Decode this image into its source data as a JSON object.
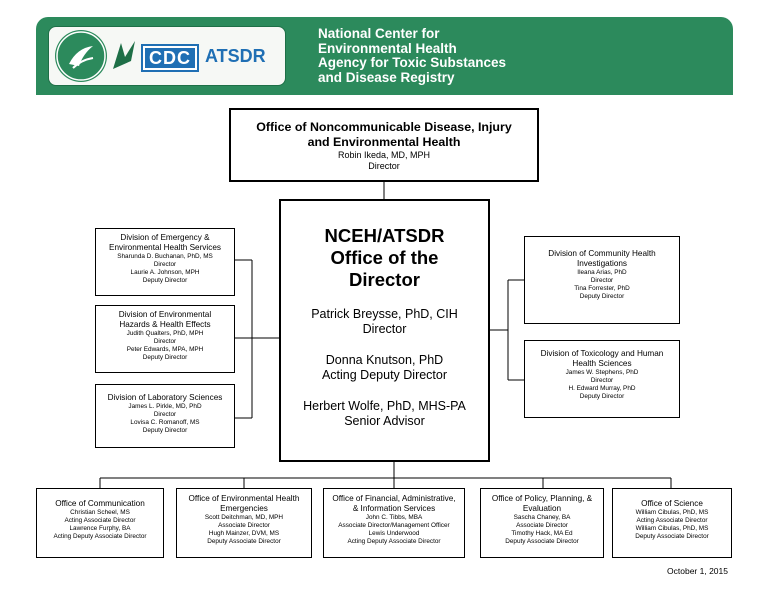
{
  "header": {
    "logos": [
      "CDC",
      "ATSDR"
    ],
    "title_lines": [
      "National Center for",
      "Environmental Health",
      "Agency for Toxic Substances",
      "and Disease Registry"
    ],
    "banner_color": "#2c8a5c"
  },
  "top_office": {
    "name_lines": [
      "Office of Noncommunicable Disease, Injury",
      "and Environmental Health"
    ],
    "person": "Robin Ikeda, MD, MPH",
    "role": "Director"
  },
  "center_office": {
    "title_lines": [
      "NCEH/ATSDR",
      "Office of the",
      "Director"
    ],
    "people": [
      {
        "name": "Patrick Breysse, PhD, CIH",
        "role": "Director"
      },
      {
        "name": "Donna Knutson, PhD",
        "role": "Acting Deputy Director"
      },
      {
        "name": "Herbert Wolfe, PhD, MHS-PA",
        "role": "Senior Advisor"
      }
    ]
  },
  "left_divisions": [
    {
      "name_lines": [
        "Division of Emergency &",
        "Environmental Health Services"
      ],
      "staff": [
        "Sharunda D. Buchanan, PhD, MS",
        "Director",
        "Laurie A. Johnson, MPH",
        "Deputy Director"
      ]
    },
    {
      "name_lines": [
        "Division of Environmental",
        "Hazards & Health Effects"
      ],
      "staff": [
        "Judith Qualters, PhD, MPH",
        "Director",
        "Peter Edwards, MPA, MPH",
        "Deputy Director"
      ]
    },
    {
      "name_lines": [
        "Division of Laboratory Sciences"
      ],
      "staff": [
        "James L. Pirkle, MD, PhD",
        "Director",
        "Lovisa C. Romanoff, MS",
        "Deputy Director"
      ]
    }
  ],
  "right_divisions": [
    {
      "name_lines": [
        "Division of Community Health",
        "Investigations"
      ],
      "staff": [
        "Ileana Arias, PhD",
        "Director",
        "Tina Forrester, PhD",
        "Deputy Director"
      ]
    },
    {
      "name_lines": [
        "Division of Toxicology and Human",
        "Health Sciences"
      ],
      "staff": [
        "James W. Stephens, PhD",
        "Director",
        "H. Edward Murray, PhD",
        "Deputy Director"
      ]
    }
  ],
  "bottom_offices": [
    {
      "name_lines": [
        "Office of Communication"
      ],
      "staff": [
        "Christian Scheel, MS",
        "Acting Associate Director",
        "Lawrence Furphy, BA",
        "Acting Deputy Associate Director"
      ]
    },
    {
      "name_lines": [
        "Office of Environmental Health",
        "Emergencies"
      ],
      "staff": [
        "Scott Deitchman, MD, MPH",
        "Associate Director",
        "Hugh Mainzer, DVM, MS",
        "Deputy Associate Director"
      ]
    },
    {
      "name_lines": [
        "Office of Financial, Administrative,",
        "& Information Services"
      ],
      "staff": [
        "John C. Tibbs, MBA",
        "Associate Director/Management Officer",
        "Lewis Underwood",
        "Acting Deputy Associate Director"
      ]
    },
    {
      "name_lines": [
        "Office of Policy, Planning, &",
        "Evaluation"
      ],
      "staff": [
        "Sascha Chaney, BA",
        "Associate Director",
        "Timothy Hack, MA Ed",
        "Deputy Associate Director"
      ]
    },
    {
      "name_lines": [
        "Office of Science"
      ],
      "staff": [
        "William Cibulas, PhD, MS",
        "Acting Associate Director",
        "William Cibulas, PhD, MS",
        "Deputy Associate Director"
      ]
    }
  ],
  "footer": {
    "date": "October 1, 2015"
  }
}
